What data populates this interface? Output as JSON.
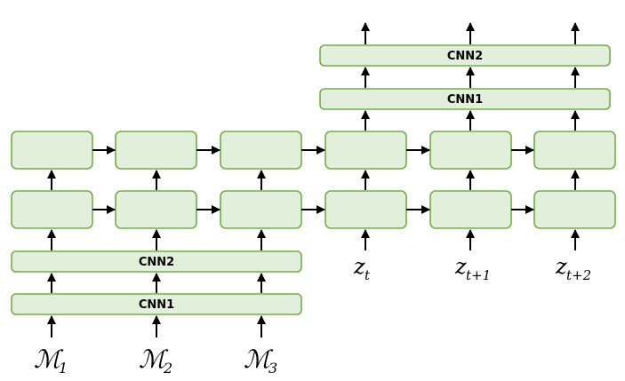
{
  "encoder": {
    "cnn1_label": "CNN1",
    "cnn2_label": "CNN2",
    "inputs": [
      {
        "symbol": "ℳ",
        "subscript": "1"
      },
      {
        "symbol": "ℳ",
        "subscript": "2"
      },
      {
        "symbol": "ℳ",
        "subscript": "3"
      }
    ]
  },
  "decoder": {
    "cnn1_label": "CNN1",
    "cnn2_label": "CNN2",
    "inputs": [
      {
        "symbol": "z",
        "subscript": "t"
      },
      {
        "symbol": "z",
        "subscript": "t+1"
      },
      {
        "symbol": "z",
        "subscript": "t+2"
      }
    ]
  },
  "colors": {
    "box_fill": "#e2efda",
    "box_stroke": "#70ad47",
    "arrow": "#000000"
  }
}
